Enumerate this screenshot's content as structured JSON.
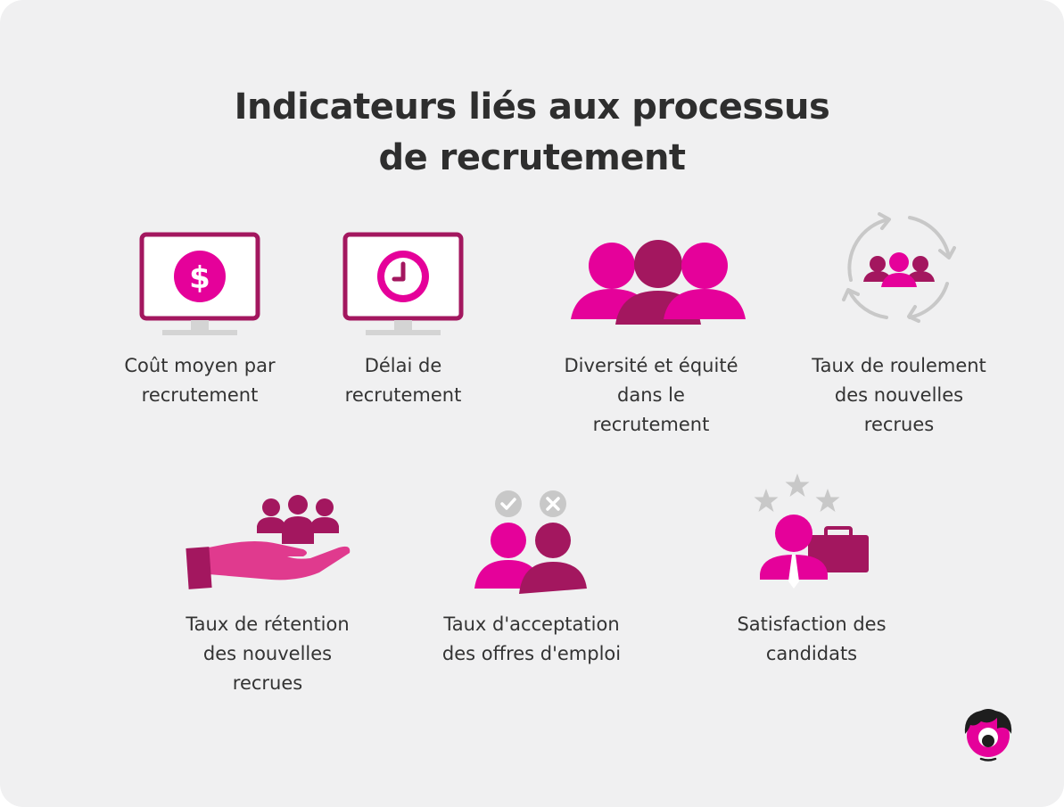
{
  "title": {
    "line1": "Indicateurs liés aux processus",
    "line2": "de recrutement"
  },
  "colors": {
    "magenta": "#e5019a",
    "plum": "#a3175f",
    "grey": "#c8c8c8",
    "background": "#f0f0f1",
    "text": "#333333"
  },
  "indicators": [
    {
      "icon": "monitor-dollar-icon",
      "lines": [
        "Coût moyen par",
        "recrutement"
      ]
    },
    {
      "icon": "monitor-clock-icon",
      "lines": [
        "Délai de",
        "recrutement"
      ]
    },
    {
      "icon": "group-people-icon",
      "lines": [
        "Diversité et équité",
        "dans le",
        "recrutement"
      ]
    },
    {
      "icon": "turnover-cycle-icon",
      "lines": [
        "Taux de roulement",
        "des nouvelles",
        "recrues"
      ]
    },
    {
      "icon": "hand-holding-people-icon",
      "lines": [
        "Taux de rétention",
        "des nouvelles",
        "recrues"
      ]
    },
    {
      "icon": "accept-decline-people-icon",
      "lines": [
        "Taux d'acceptation",
        "des offres d'emploi"
      ]
    },
    {
      "icon": "candidate-stars-icon",
      "lines": [
        "Satisfaction des",
        "candidats"
      ]
    }
  ],
  "logo": {
    "icon": "brand-face-logo"
  }
}
